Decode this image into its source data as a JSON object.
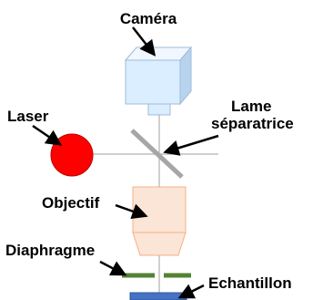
{
  "labels": {
    "camera": "Caméra",
    "laser": "Laser",
    "splitter_line1": "Lame",
    "splitter_line2": "séparatrice",
    "objective": "Objectif",
    "diaphragm": "Diaphragme",
    "sample": "Echantillon"
  },
  "colors": {
    "camera_front": "#dbeeff",
    "camera_top": "#f0f7ff",
    "camera_side": "#b7d3ee",
    "laser": "#ff0000",
    "splitter": "#a6a6a6",
    "objective": "#fbe5d6",
    "objective_edge": "#f4b183",
    "diaphragm": "#548235",
    "sample": "#4472c4",
    "beam": "#b0b0b0"
  }
}
